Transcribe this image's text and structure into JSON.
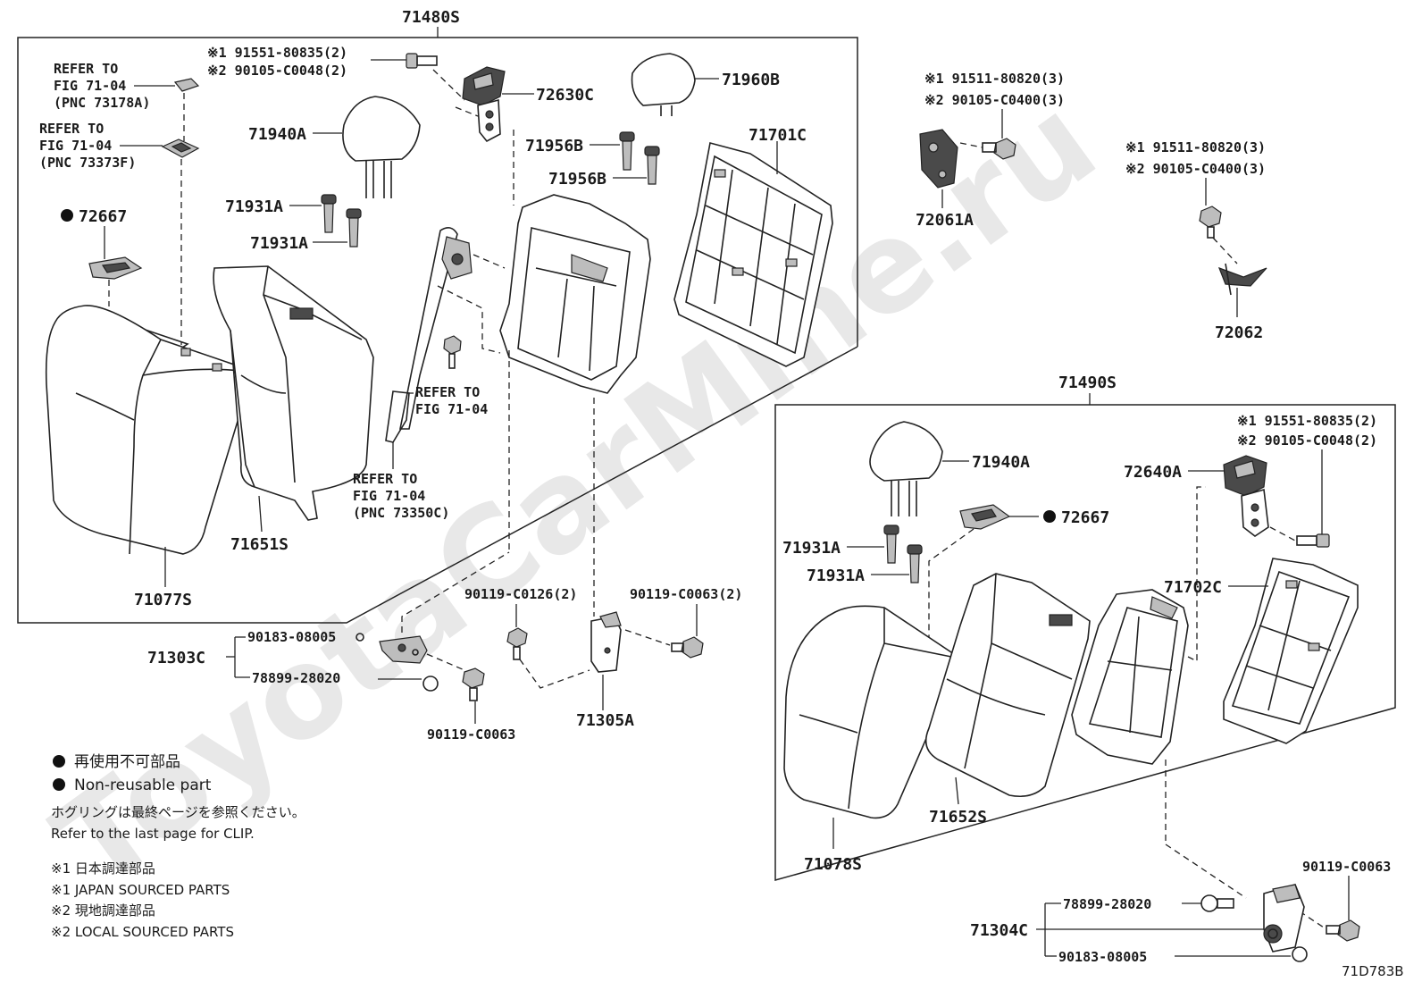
{
  "watermark": "ToyotaCarMine.ru",
  "diagram_code": "71D783B",
  "callouts": {
    "c71480S": "71480S",
    "c71490S": "71490S",
    "j1_91551_left": "※1 91551-80835(2)",
    "j2_90105_left": "※2 90105-C0048(2)",
    "c72630C": "72630C",
    "c71960B": "71960B",
    "c71940A_top": "71940A",
    "c71701C": "71701C",
    "c71956B_1": "71956B",
    "c71956B_2": "71956B",
    "c71931A_1": "71931A",
    "c71931A_2": "71931A",
    "c72667_left": "72667",
    "c71651S": "71651S",
    "c71077S": "71077S",
    "c72061A": "72061A",
    "c72062": "72062",
    "j1_91511_a": "※1 91511-80820(3)",
    "j2_90105_a": "※2 90105-C0400(3)",
    "j1_91511_b": "※1 91511-80820(3)",
    "j2_90105_b": "※2 90105-C0400(3)",
    "c90119_C0126": "90119-C0126(2)",
    "c90119_C0063_2": "90119-C0063(2)",
    "c90183_08005_left": "90183-08005",
    "c71303C": "71303C",
    "c78899_28020_left": "78899-28020",
    "c90119_C0063_left": "90119-C0063",
    "c71305A": "71305A",
    "c71940A_right": "71940A",
    "j1_91551_right": "※1 91551-80835(2)",
    "j2_90105_right": "※2 90105-C0048(2)",
    "c72640A": "72640A",
    "c72667_right": "72667",
    "c71931A_3": "71931A",
    "c71931A_4": "71931A",
    "c71702C": "71702C",
    "c71652S": "71652S",
    "c71078S": "71078S",
    "c90119_C0063_right": "90119-C0063",
    "c78899_28020_right": "78899-28020",
    "c71304C": "71304C",
    "c90183_08005_right": "90183-08005"
  },
  "refers": {
    "r1_a": "REFER TO",
    "r1_b": "FIG 71-04",
    "r1_c": "(PNC 73178A)",
    "r2_a": "REFER TO",
    "r2_b": "FIG 71-04",
    "r2_c": "(PNC 73373F)",
    "r3_a": "REFER TO",
    "r3_b": "FIG 71-04",
    "r4_a": "REFER TO",
    "r4_b": "FIG 71-04",
    "r4_c": "(PNC 73350C)"
  },
  "legend": {
    "nonreusable_jp": "再使用不可部品",
    "nonreusable_en": "Non-reusable part",
    "clip_jp": "ホグリングは最終ページを参照ください。",
    "clip_en": "Refer to the last page for CLIP.",
    "j1_jp": "※1 日本調達部品",
    "j1_en": "※1 JAPAN SOURCED PARTS",
    "j2_jp": "※2 現地調達部品",
    "j2_en": "※2 LOCAL SOURCED PARTS"
  }
}
